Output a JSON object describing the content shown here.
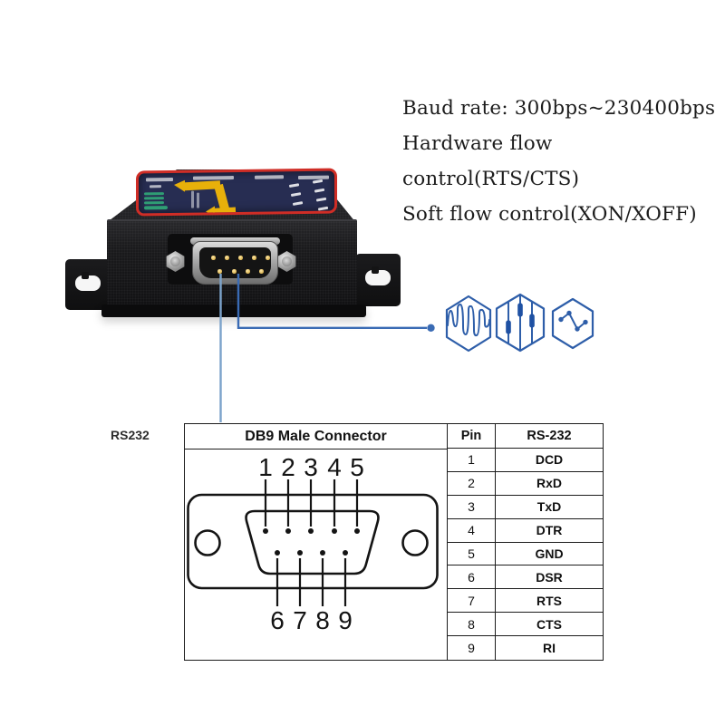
{
  "features": {
    "lines": [
      "Baud rate: 300bps~230400bps",
      "Hardware flow control(RTS/CTS)",
      "Soft flow control(XON/XOFF)"
    ]
  },
  "device": {
    "caption": "RS232"
  },
  "icons": [
    {
      "name": "waveform-hexagon-icon"
    },
    {
      "name": "sliders-hexagon-icon"
    },
    {
      "name": "nodes-hexagon-icon"
    }
  ],
  "diagram": {
    "title": "DB9 Male Connector",
    "pins_top": [
      "1",
      "2",
      "3",
      "4",
      "5"
    ],
    "pins_bottom": [
      "6",
      "7",
      "8",
      "9"
    ]
  },
  "table": {
    "headers": {
      "pin": "Pin",
      "signal": "RS-232"
    },
    "rows": [
      {
        "pin": "1",
        "signal": "DCD"
      },
      {
        "pin": "2",
        "signal": "RxD"
      },
      {
        "pin": "3",
        "signal": "TxD"
      },
      {
        "pin": "4",
        "signal": "DTR"
      },
      {
        "pin": "5",
        "signal": "GND"
      },
      {
        "pin": "6",
        "signal": "DSR"
      },
      {
        "pin": "7",
        "signal": "RTS"
      },
      {
        "pin": "8",
        "signal": "CTS"
      },
      {
        "pin": "9",
        "signal": "RI"
      }
    ]
  },
  "colors": {
    "hex_icon_blue": "#2e5ea9",
    "callout_line_blue": "#3a6bb4",
    "callout_line_light_blue": "#7ca3cb",
    "label_border_red": "#cf2d26",
    "label_navy": "#272d52",
    "logo_yellow": "#e8b00a",
    "logo_green": "#2f9d74"
  }
}
